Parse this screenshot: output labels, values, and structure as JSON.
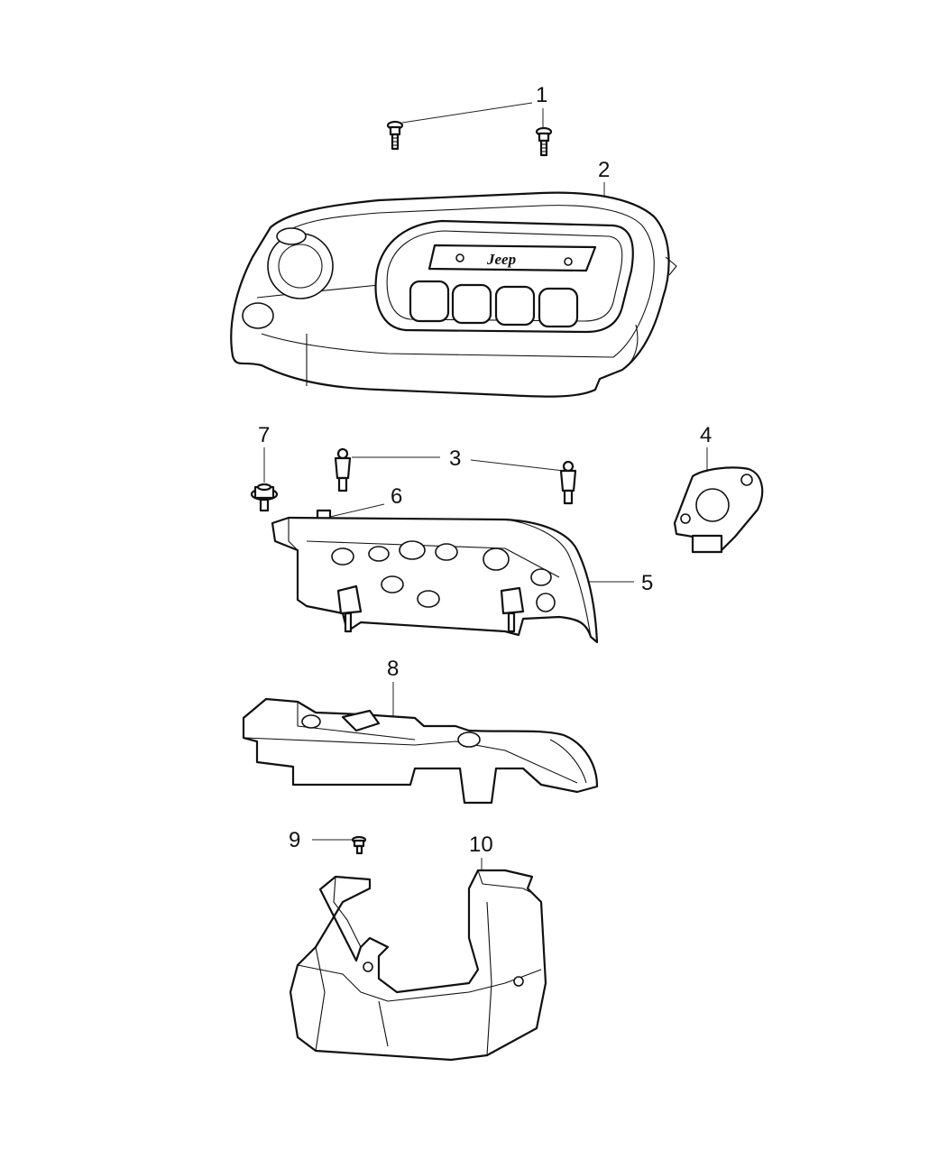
{
  "diagram": {
    "logo_text": "Jeep",
    "callouts": [
      {
        "id": "1",
        "label": "1"
      },
      {
        "id": "2",
        "label": "2"
      },
      {
        "id": "3",
        "label": "3"
      },
      {
        "id": "4",
        "label": "4"
      },
      {
        "id": "5",
        "label": "5"
      },
      {
        "id": "6",
        "label": "6"
      },
      {
        "id": "7",
        "label": "7"
      },
      {
        "id": "8",
        "label": "8"
      },
      {
        "id": "9",
        "label": "9"
      },
      {
        "id": "10",
        "label": "10"
      }
    ]
  }
}
